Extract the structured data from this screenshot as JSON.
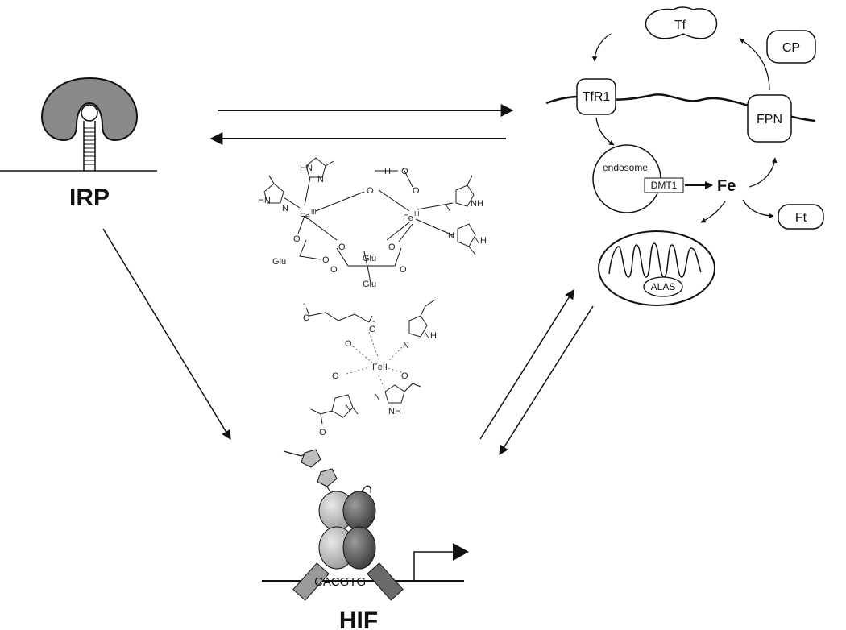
{
  "labels": {
    "irp": "IRP",
    "hif": "HIF",
    "tf": "Tf",
    "cp": "CP",
    "tfr1": "TfR1",
    "fpn": "FPN",
    "endosome": "endosome",
    "dmt1": "DMT1",
    "fe": "Fe",
    "ft": "Ft",
    "alas": "ALAS",
    "dna_sequence": "CACGTG"
  },
  "chem": {
    "hn": "HN",
    "n": "N",
    "nh": "NH",
    "h": "H",
    "o": "O",
    "glu": "Glu",
    "fe3": "Fe",
    "fe3_sup": "III",
    "fe2": "FeII",
    "o_minus": "-"
  },
  "colors": {
    "protein_gray": "#8a8a8a",
    "light_subunit": "#bdbdbd",
    "dark_subunit": "#6a6a6a",
    "line": "#111111"
  }
}
